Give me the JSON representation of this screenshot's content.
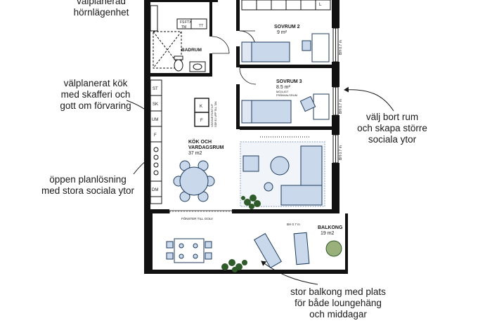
{
  "callouts": {
    "corner": {
      "lines": [
        "välplanerad",
        "hörnlägenhet"
      ]
    },
    "kitchen": {
      "lines": [
        "välplanerat kök",
        "med skafferi och",
        "gott om förvaring"
      ]
    },
    "living": {
      "lines": [
        "öppen planlösning",
        "med stora sociala ytor"
      ]
    },
    "rooms": {
      "lines": [
        "välj bort rum",
        "och skapa större",
        "sociala ytor"
      ]
    },
    "balcony": {
      "lines": [
        "stor balkong med plats",
        "för både loungehäng",
        "och middagar"
      ]
    }
  },
  "rooms": {
    "bedroom2": {
      "name": "SOVRUM 2",
      "area": "9 m²"
    },
    "bedroom3": {
      "name": "SOVRUM 3",
      "area": "8.5 m²",
      "note1": "MÖJLIGT",
      "note2": "FRÅNVALSRUM"
    },
    "bathroom": {
      "name": "BADRUM"
    },
    "kitchen": {
      "name1": "KÖK OCH",
      "name2": "VARDAGSRUM",
      "area": "37 m2"
    },
    "balcony": {
      "name": "BALKONG",
      "area": "19 m2"
    }
  },
  "kitchen_cabinets": [
    "ST",
    "SK",
    "UM",
    "F",
    "DM"
  ],
  "island": {
    "top": "K",
    "bottom": "F",
    "note1": "VÄGGAR RUNT K/F",
    "note2": "GÅR EJ UPP TILL TAK"
  },
  "bathroom_labels": {
    "fs": "FS",
    "ftx": "FTX",
    "tm": "TM",
    "tt": "TT"
  },
  "misc": {
    "window_floor": "FÖNSTER TILL GOLV",
    "bh1": "BH 0.7 m",
    "bh2": "BH 0.7 m",
    "bh3": "BH 0.7 m",
    "bh_balcony": "BH 0.7 m",
    "wardrobe": "L"
  },
  "colors": {
    "wall": "#111111",
    "furniture_fill": "#c9d8ea",
    "furniture_stroke": "#1d3a5c",
    "plant": "#2f5a2a",
    "text": "#1a1a1a"
  }
}
